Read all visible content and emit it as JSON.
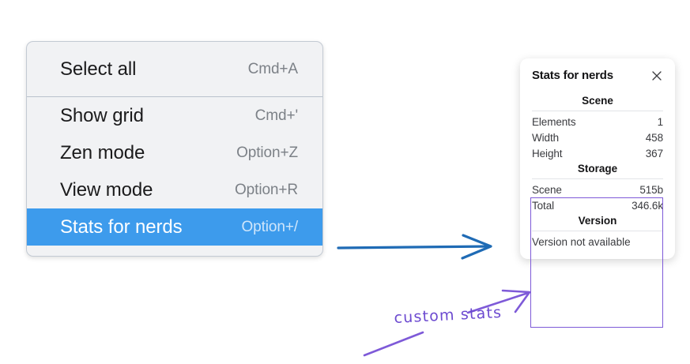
{
  "menu": {
    "groups": [
      {
        "items": [
          {
            "label": "Select all",
            "shortcut": "Cmd+A",
            "selected": false
          }
        ]
      },
      {
        "items": [
          {
            "label": "Show grid",
            "shortcut": "Cmd+'",
            "selected": false
          },
          {
            "label": "Zen mode",
            "shortcut": "Option+Z",
            "selected": false
          },
          {
            "label": "View mode",
            "shortcut": "Option+R",
            "selected": false
          },
          {
            "label": "Stats for nerds",
            "shortcut": "Option+/",
            "selected": true
          }
        ]
      }
    ],
    "highlight_color": "#3d9bec"
  },
  "stats_panel": {
    "title": "Stats for nerds",
    "close_icon": "close-icon",
    "sections": [
      {
        "heading": "Scene",
        "rows": [
          {
            "key": "Elements",
            "value": "1"
          },
          {
            "key": "Width",
            "value": "458"
          },
          {
            "key": "Height",
            "value": "367"
          }
        ]
      },
      {
        "heading": "Storage",
        "rows": [
          {
            "key": "Scene",
            "value": "515b"
          },
          {
            "key": "Total",
            "value": "346.6k"
          }
        ]
      },
      {
        "heading": "Version",
        "note": "Version not available"
      }
    ]
  },
  "annotations": {
    "custom_stats_label": "custom stats",
    "arrow_blue_color": "#1f6bb5",
    "arrow_purple_color": "#7e5ad8",
    "highlight_box_color": "#7e5ad8"
  }
}
